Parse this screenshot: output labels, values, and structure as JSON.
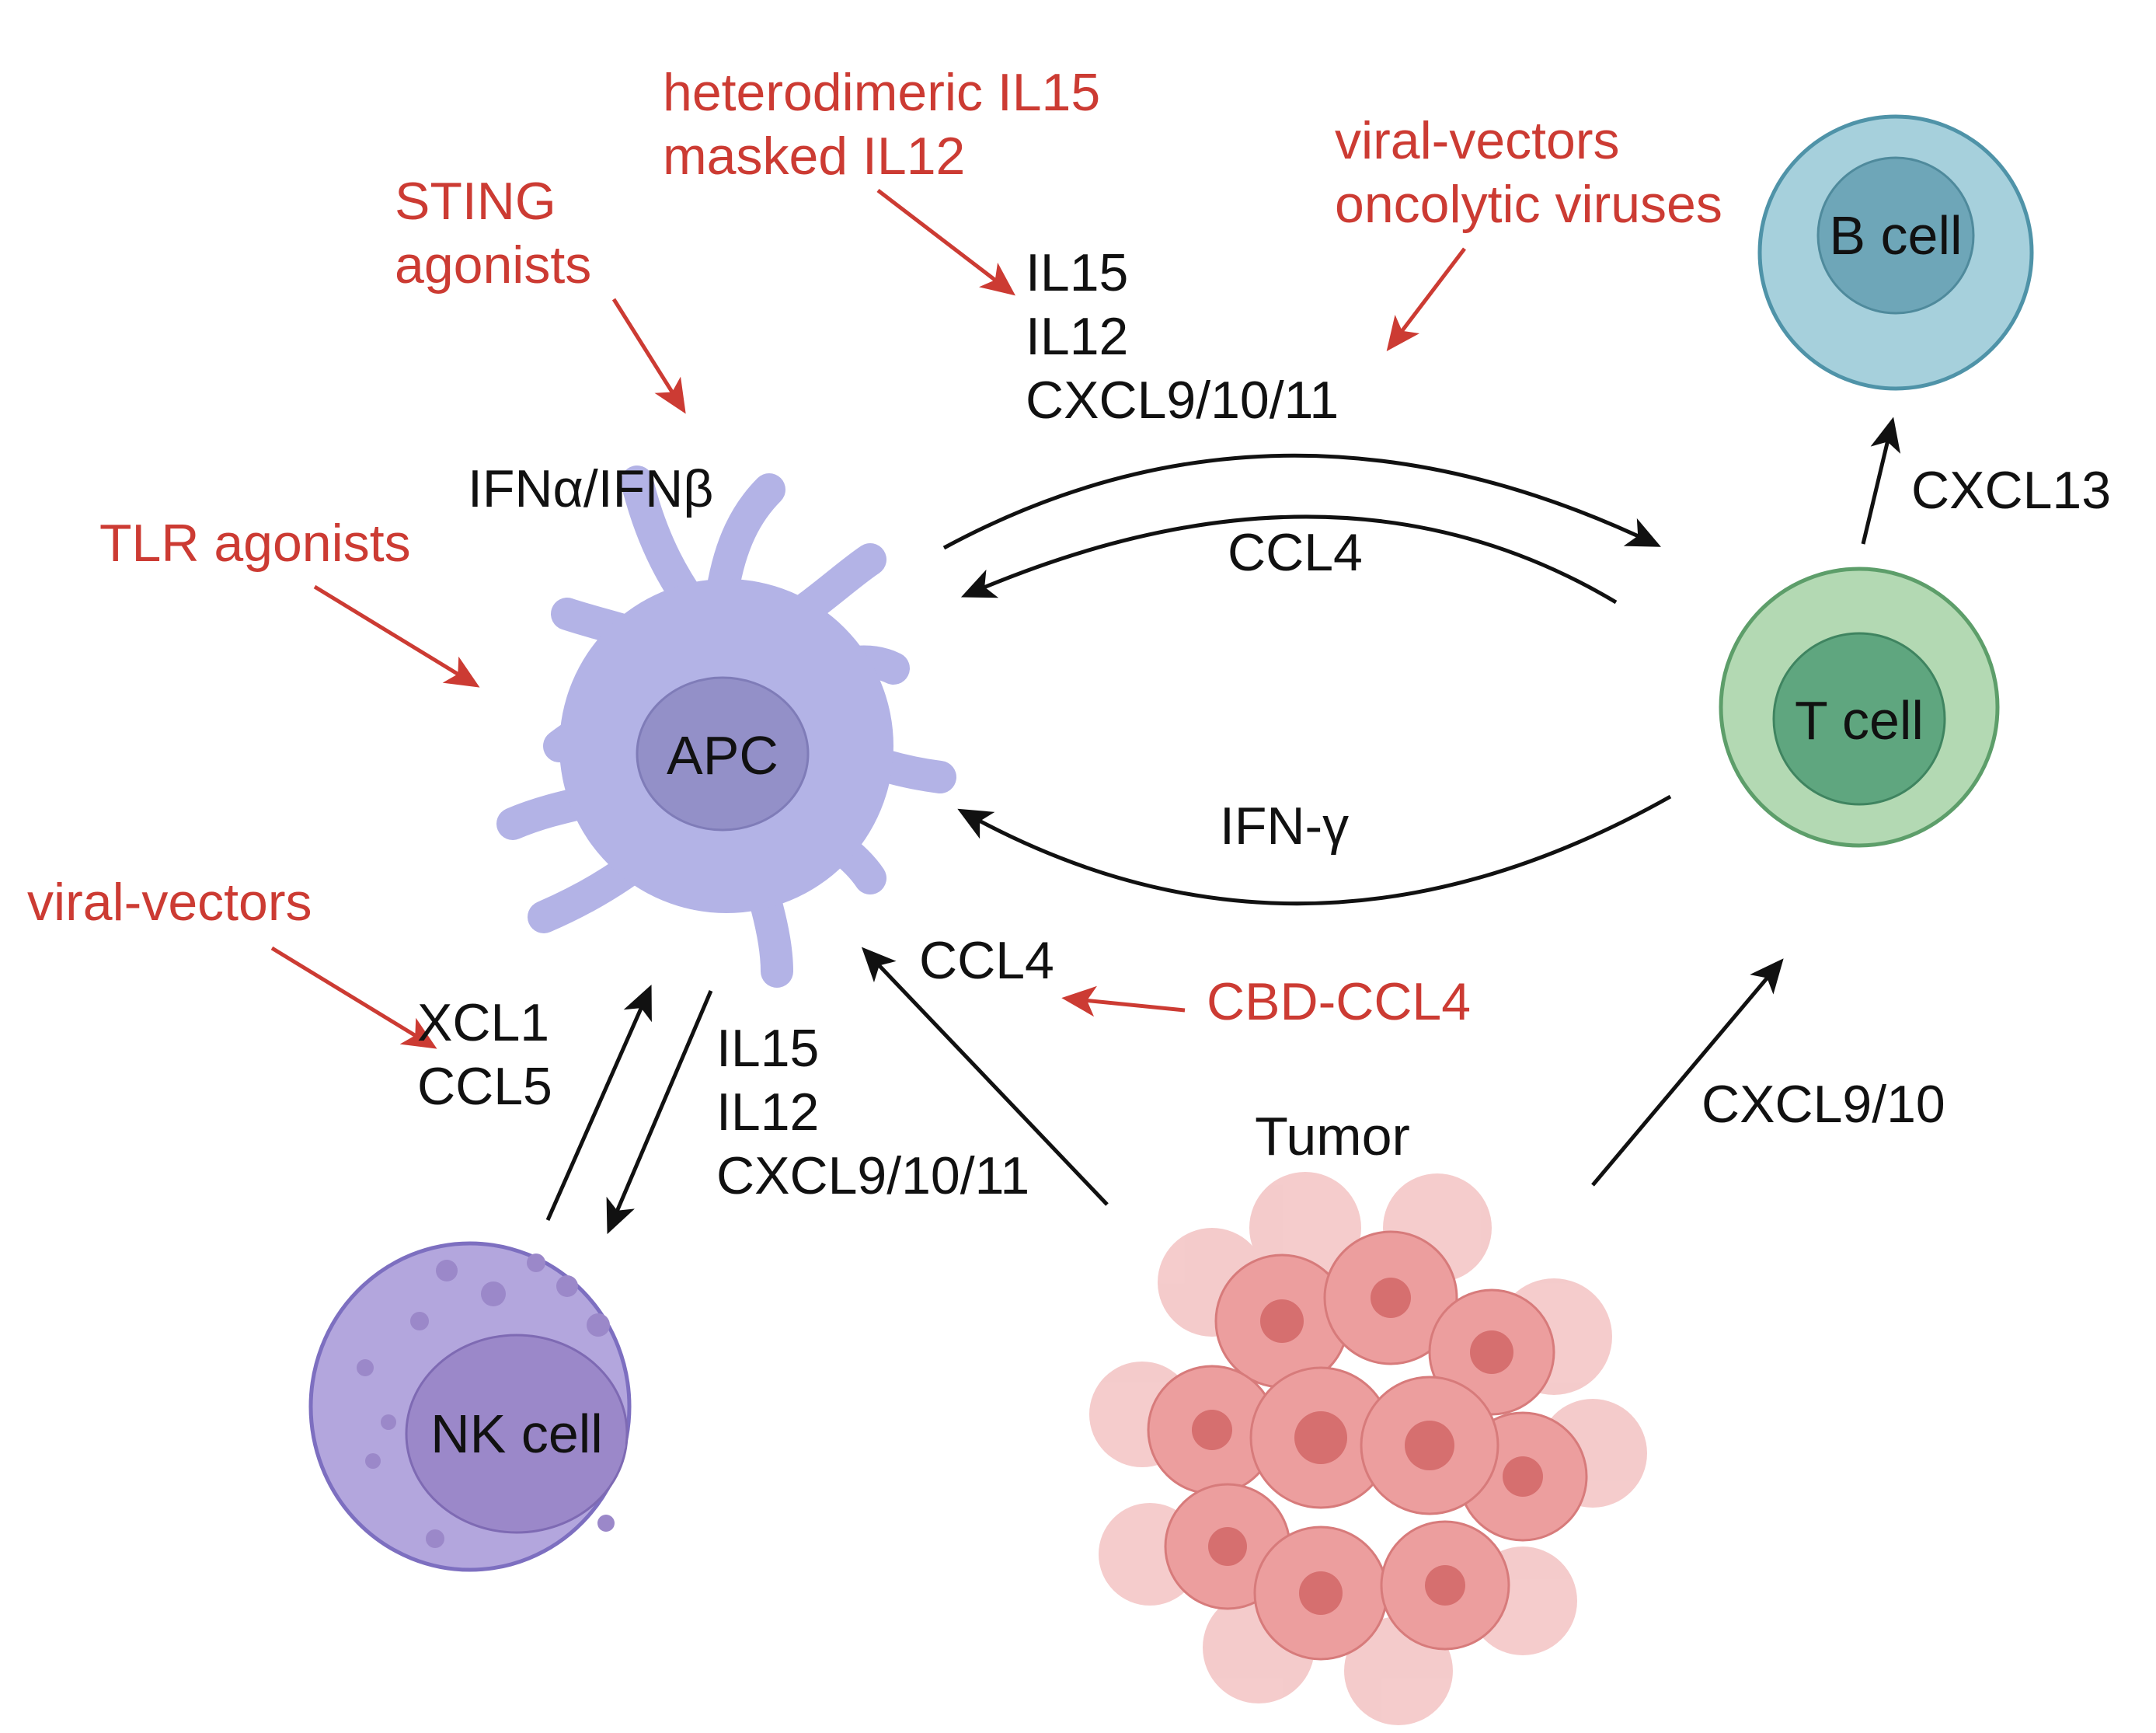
{
  "cells": {
    "apc": "APC",
    "nk": "NK cell",
    "t": "T cell",
    "b": "B cell",
    "tumor": "Tumor"
  },
  "interventions": {
    "hetero_il15": "heterodimeric IL15",
    "masked_il12": "masked IL12",
    "sting_1": "STING",
    "sting_2": "agonists",
    "viral_top_1": "viral-vectors",
    "viral_top_2": "oncolytic viruses",
    "tlr": "TLR agonists",
    "viral_left": "viral-vectors",
    "cbd_ccl4": "CBD-CCL4"
  },
  "signals": {
    "ifn_ab": "IFNα/IFNβ",
    "top_il15": "IL15",
    "top_il12": "IL12",
    "top_cxcl": "CXCL9/10/11",
    "ccl4_top": "CCL4",
    "cxcl13": "CXCL13",
    "ifn_g": "IFN-γ",
    "ccl4_mid": "CCL4",
    "xcl1": "XCL1",
    "ccl5": "CCL5",
    "low_il15": "IL15",
    "low_il12": "IL12",
    "low_cxcl": "CXCL9/10/11",
    "cxcl9_10": "CXCL9/10"
  },
  "colors": {
    "intervention_text": "#cc3b33",
    "signal_text": "#111111",
    "apc_body": "#b3b3e6",
    "apc_nucleus": "#9390c8",
    "nk_body": "#b3a6dd",
    "nk_nucleus": "#9b88c9",
    "t_outer": "#b3d9b3",
    "t_inner": "#5fa67f",
    "b_outer": "#a6d0dc",
    "b_inner": "#6ea6b8",
    "tumor": "#e88b8b"
  }
}
